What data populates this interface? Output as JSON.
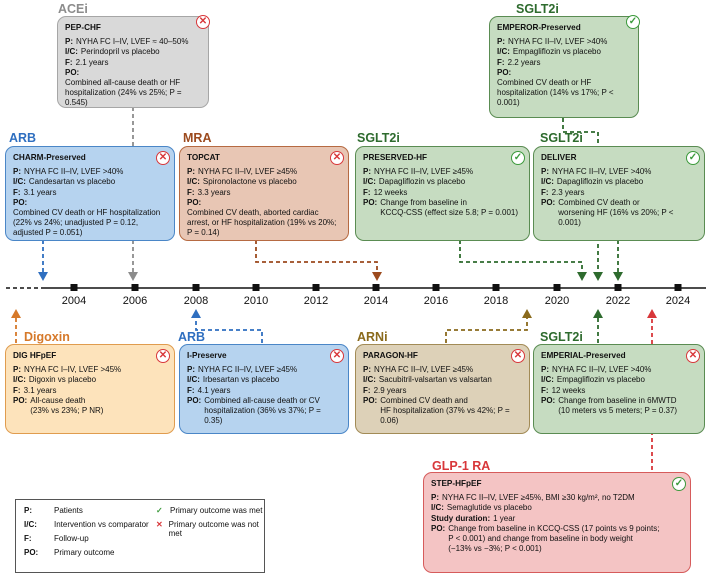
{
  "labels": {
    "acei": "ACEi",
    "sglt2i_top": "SGLT2i",
    "arb": "ARB",
    "mra": "MRA",
    "sglt2i_a": "SGLT2i",
    "sglt2i_b": "SGLT2i",
    "digoxin": "Digoxin",
    "arb_b": "ARB",
    "arni": "ARNi",
    "sglt2i_c": "SGLT2i",
    "glp1": "GLP-1 RA"
  },
  "years": [
    "2004",
    "2006",
    "2008",
    "2010",
    "2012",
    "2014",
    "2016",
    "2018",
    "2020",
    "2022",
    "2024"
  ],
  "colors": {
    "grey": "#d9d9d9",
    "green": "#c6dcc1",
    "blue": "#b6d3ef",
    "mra": "#e8c6b4",
    "digoxin": "#fde3bb",
    "arni": "#ddd1b8",
    "glp1": "#f4c4c4"
  },
  "trials": {
    "pep": {
      "title": "PEP-CHF",
      "p": "NYHA FC I–IV, LVEF ≈ 40–50%",
      "ic": "Perindopril vs placebo",
      "f": "2.1 years",
      "po": "Combined all-cause death\nor HF hospitalization\n(24% vs 25%; P = 0.545)",
      "status": "x"
    },
    "emperor": {
      "title": "EMPEROR-Preserved",
      "p": "NYHA FC II–IV, LVEF >40%",
      "ic": "Empagliflozin vs placebo",
      "f": "2.2 years",
      "po": "Combined CV death or\nHF hospitalization\n(14% vs 17%; P < 0.001)",
      "status": "ok"
    },
    "charm": {
      "title": "CHARM-Preserved",
      "p": "NYHA FC II–IV, LVEF >40%",
      "ic": "Candesartan vs placebo",
      "f": "3.1 years",
      "po": "Combined CV death or\nHF hospitalization (22% vs 24%;\nunadjusted P = 0.12, adjusted P = 0.051)",
      "status": "x"
    },
    "topcat": {
      "title": "TOPCAT",
      "p": "NYHA FC II–IV, LVEF ≥45%",
      "ic": "Spironolactone vs placebo",
      "f": "3.3 years",
      "po": "Combined CV death, aborted\ncardiac arrest, or HF hospitalization\n(19% vs 20%; P = 0.14)",
      "status": "x"
    },
    "preserved": {
      "title": "PRESERVED-HF",
      "p": "NYHA FC II–IV, LVEF ≥45%",
      "ic": "Dapagliflozin vs placebo",
      "f": "12 weeks",
      "po": "Change from baseline in\nKCCQ-CSS (effect size 5.8; P = 0.001)",
      "status": "ok"
    },
    "deliver": {
      "title": "DELIVER",
      "p": "NYHA FC II–IV, LVEF >40%",
      "ic": "Dapagliflozin vs placebo",
      "f": "2.3 years",
      "po": "Combined CV death or\nworsening HF (16% vs 20%; P < 0.001)",
      "status": "ok"
    },
    "dig": {
      "title": "DIG HFpEF",
      "p": "NYHA FC I–IV, LVEF >45%",
      "ic": "Digoxin vs placebo",
      "f": "3.1 years",
      "po": "All-cause death\n(23% vs 23%; P NR)",
      "status": "x"
    },
    "ipreserve": {
      "title": "I-Preserve",
      "p": "NYHA FC II–IV, LVEF ≥45%",
      "ic": "Irbesartan vs placebo",
      "f": "4.1 years",
      "po": "Combined all-cause death or CV\nhospitalization (36% vs 37%; P = 0.35)",
      "status": "x"
    },
    "paragon": {
      "title": "PARAGON-HF",
      "p": "NYHA FC II–IV, LVEF ≥45%",
      "ic": "Sacubitril-valsartan vs valsartan",
      "f": "2.9 years",
      "po": "Combined CV death and\nHF hospitalization (37% vs 42%; P = 0.06)",
      "status": "x"
    },
    "emperial": {
      "title": "EMPERIAL-Preserved",
      "p": "NYHA FC II–IV, LVEF >40%",
      "ic": "Empagliflozin vs placebo",
      "f": "12 weeks",
      "po": "Change from baseline in 6MWTD\n(10 meters vs 5 meters; P = 0.37)",
      "status": "x"
    },
    "step": {
      "title": "STEP-HFpEF",
      "p": "NYHA FC II–IV, LVEF ≥45%, BMI ≥30 kg/m², no T2DM",
      "ic": "Semaglutide vs placebo",
      "sd_label": "Study duration:",
      "f": "1 year",
      "po": "Change from baseline in KCCQ-CSS (17 points vs 9 points;\nP < 0.001) and change from baseline in body weight\n(−13% vs −3%; P < 0.001)",
      "status": "ok"
    }
  },
  "row_keys": {
    "p": "P:",
    "ic": "I/C:",
    "f": "F:",
    "po": "PO:"
  },
  "legend": {
    "p_k": "P:",
    "p_v": "Patients",
    "ic_k": "I/C:",
    "ic_v": "Intervention vs comparator",
    "f_k": "F:",
    "f_v": "Follow-up",
    "po_k": "PO:",
    "po_v": "Primary outcome",
    "met": "Primary outcome was met",
    "notmet": "Primary outcome was not met"
  }
}
